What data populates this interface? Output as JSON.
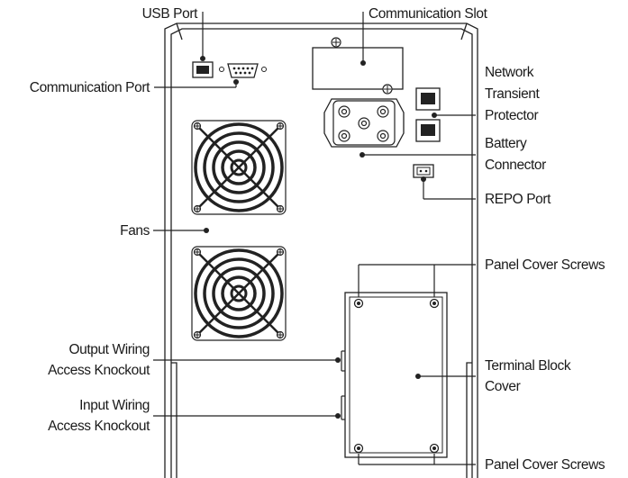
{
  "labels": {
    "usb_port": "USB Port",
    "communication_slot": "Communication Slot",
    "communication_port": "Communication Port",
    "network_line1": "Network",
    "network_line2": "Transient",
    "network_line3": "Protector",
    "battery_line1": "Battery",
    "battery_line2": "Connector",
    "repo_port": "REPO Port",
    "fans": "Fans",
    "panel_cover_screws_top": "Panel Cover Screws",
    "output_line1": "Output Wiring",
    "output_line2": "Access Knockout",
    "terminal_line1": "Terminal Block",
    "terminal_line2": "Cover",
    "input_line1": "Input Wiring",
    "input_line2": "Access Knockout",
    "panel_cover_screws_bottom": "Panel Cover Screws"
  }
}
